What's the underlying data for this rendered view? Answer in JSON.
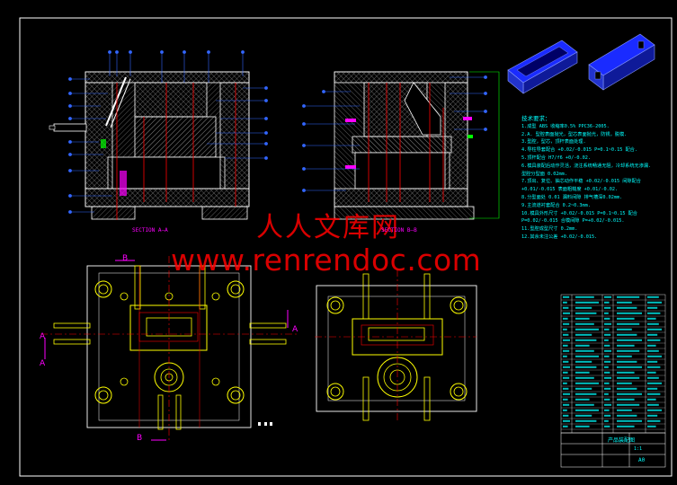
{
  "watermark": {
    "cn": "人人文库网",
    "url": "www.renrendoc.com"
  },
  "section_labels": {
    "aa": "SECTION A—A",
    "bb": "SECTION B—B"
  },
  "cut_letters": {
    "a_left_top": "A",
    "a_left_bottom": "A",
    "a_right": "A",
    "b_top": "B",
    "b_bottom": "B"
  },
  "notes": {
    "title": "技术要求：",
    "lines": [
      "1.成型  ABS 收缩率0.5%  PPC36-2005.",
      "2.A. 型腔表面抛光，型芯表面抛光，防锈，脱模.",
      "3.型腔，型芯，顶杆表面处理.",
      "4.导柱导套配合  +0.02/-0.015  P=0.1~0.15 配合.",
      "5.顶杆配合  H7/f6  +0/-0.02.",
      "6.模具装配后动作灵活，浇注系统畅通无阻，冷却系统无渗漏.",
      "  型腔分型面  0.02mm.",
      "7.顶出、复位、抽芯动作平稳  +0.02/-0.015 间隙配合",
      "  +0.01/-0.015 表面粗糙度  +0.01/-0.02.",
      "8.分型面处  0.01 漏料间隙  排气槽深0.02mm.",
      "9.主流道衬套配合  0.2~0.3mm.",
      "10.模具外形尺寸  +0.02/-0.015  P=0.1~0.15 配合",
      "   P=0.02/-0.015  合模间隙  P=+0.02/-0.015.",
      "11.型腔成型尺寸  0.2mm.",
      "12.其余未注公差  +0.02/-0.015."
    ]
  },
  "title_block": {
    "drawing_title": "产品装配图",
    "scale": "1:1",
    "sheet": "A0"
  },
  "colors": {
    "background": "#000000",
    "outline": "#ffffff",
    "hatch": "#cccccc",
    "centerline": "#ff0000",
    "dimension": "#00ffff",
    "leader": "#0000ff",
    "bolt": "#ffff00",
    "part": "#ff00ff",
    "render": "#2233ff"
  }
}
